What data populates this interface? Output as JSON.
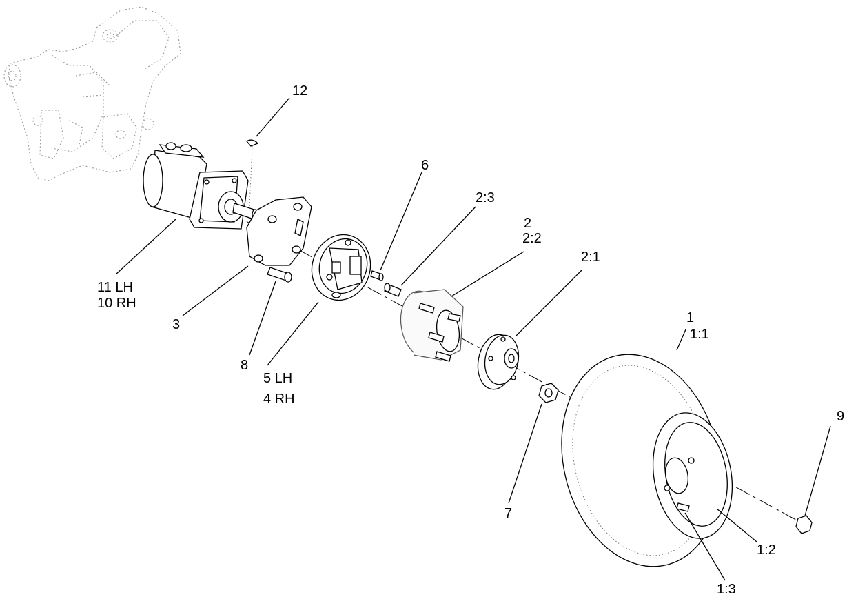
{
  "callouts": {
    "c12": "12",
    "c6": "6",
    "c2_3": "2:3",
    "c2": "2",
    "c2_2": "2:2",
    "c2_1": "2:1",
    "c11lh": "11 LH",
    "c10rh": "10 RH",
    "c3": "3",
    "c8": "8",
    "c5lh": "5 LH",
    "c4rh": "4 RH",
    "c1": "1",
    "c1_1": "1:1",
    "c9": "9",
    "c7": "7",
    "c1_2": "1:2",
    "c1_3": "1:3"
  }
}
